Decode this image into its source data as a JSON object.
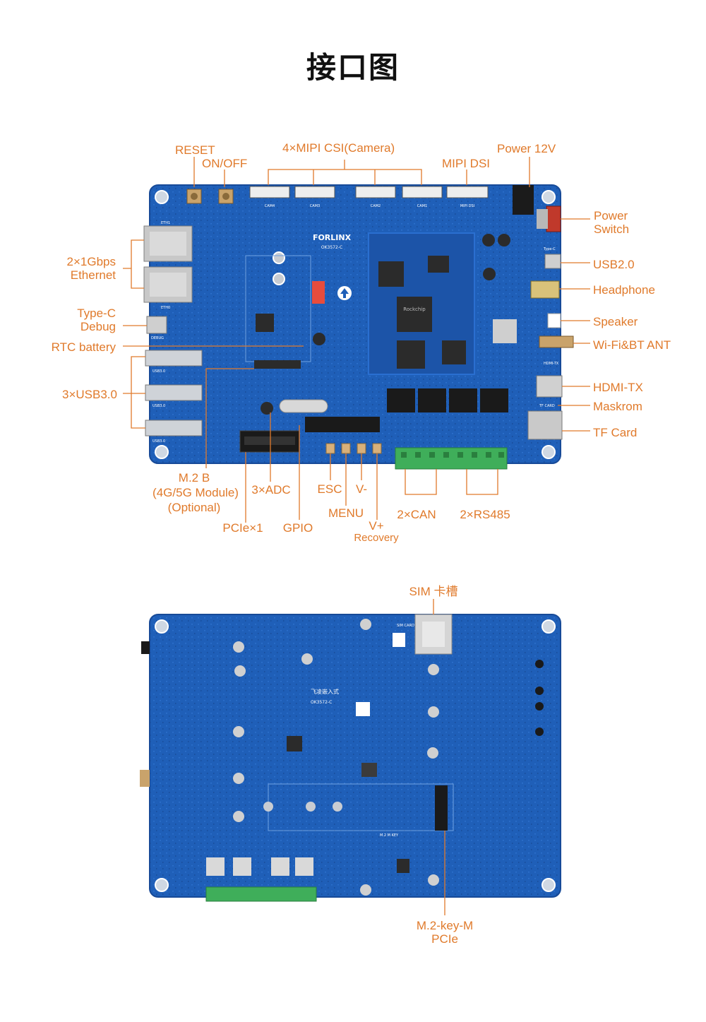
{
  "title": "接口图",
  "top_labels": {
    "reset": "RESET",
    "onoff": "ON/OFF",
    "mipi_csi": "4×MIPI CSI(Camera)",
    "mipi_dsi": "MIPI DSI",
    "power12v": "Power 12V",
    "power_switch_1": "Power",
    "power_switch_2": "Switch",
    "usb20": "USB2.0",
    "headphone": "Headphone",
    "speaker": "Speaker",
    "wifi": "Wi-Fi&BT ANT",
    "hdmi": "HDMI-TX",
    "maskrom": "Maskrom",
    "tfcard": "TF Card",
    "eth_1": "2×1Gbps",
    "eth_2": "Ethernet",
    "typec_1": "Type-C",
    "typec_2": "Debug",
    "rtc": "RTC battery",
    "usb30": "3×USB3.0",
    "m2b_1": "M.2 B",
    "m2b_2": "(4G/5G Module)",
    "m2b_3": "(Optional)",
    "pcie": "PCIe×1",
    "adc": "3×ADC",
    "gpio": "GPIO",
    "esc": "ESC",
    "vminus": "V-",
    "menu": "MENU",
    "vplus": "V+",
    "recovery": "Recovery",
    "can": "2×CAN",
    "rs485": "2×RS485"
  },
  "board_text": {
    "brand": "FORLINX",
    "model": "OK3572-C",
    "cam1": "CAM4",
    "cam2": "CAM3",
    "cam3": "CAM2",
    "cam4": "CAM1",
    "dsi": "MIPI DSI",
    "eth1": "ETH1",
    "eth0": "ETH0",
    "debug": "DEBUG",
    "usb1": "USB3.0",
    "usb2": "USB3.0",
    "usb3": "USB3.0",
    "hdmi": "HDMI-TX",
    "tf": "TF CARD",
    "typec": "Type-C",
    "soc": "Rockchip",
    "sim": "SIM CARD",
    "cn_brand": "飞凌嵌入式",
    "m2m": "M.2 M KEY"
  },
  "bottom_labels": {
    "sim": "SIM 卡槽",
    "m2key_1": "M.2-key-M",
    "m2key_2": "PCIe"
  },
  "colors": {
    "accent": "#e07a2b",
    "board": "#1f5fb8",
    "board_dark": "#16479a"
  }
}
